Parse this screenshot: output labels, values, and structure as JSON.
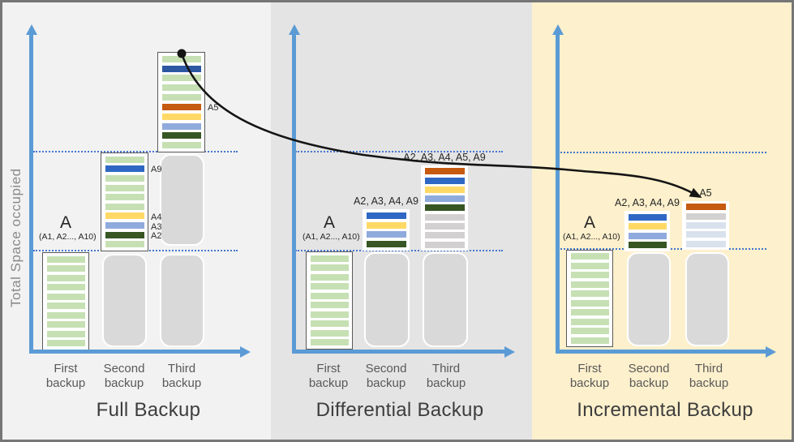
{
  "figure": {
    "y_axis_label": "Total Space occupied",
    "x_tick_labels": [
      "First backup",
      "Second backup",
      "Third backup"
    ]
  },
  "palette": {
    "green": "#C6E0B4",
    "navy": "#2D57A0",
    "blue": "#2E68C4",
    "orange": "#C55A11",
    "yellow": "#FFD966",
    "lightblue": "#8FAADC",
    "darkgreen": "#375623",
    "gray": "#D2D0D0",
    "bluegray": "#D9E1ED",
    "ghost": "#D9D9D9",
    "axis": "#5B9BD5",
    "dotted_line": "#4377CE",
    "arrow": "#141414"
  },
  "panels": [
    {
      "id": "full-backup",
      "title": "Full Backup",
      "background": "#F2F2F2",
      "source_label": {
        "main": "A",
        "sub": "(A1, A2..., A10)"
      },
      "bars": [
        {
          "name": "first-backup-bar",
          "bordered": true,
          "stripes": [
            "green",
            "green",
            "green",
            "green",
            "green",
            "green",
            "green",
            "green",
            "green",
            "green"
          ]
        },
        {
          "name": "second-backup-bar",
          "bordered": true,
          "stripes": [
            "green",
            "blue",
            "green",
            "green",
            "green",
            "green",
            "yellow",
            "lightblue",
            "darkgreen",
            "green"
          ],
          "side_labels": [
            {
              "text": "A9",
              "stripe": 1
            },
            {
              "text": "A4",
              "stripe": 6
            },
            {
              "text": "A3",
              "stripe": 7
            },
            {
              "text": "A2",
              "stripe": 8
            }
          ]
        },
        {
          "name": "third-backup-bar",
          "bordered": true,
          "dot_on_top": true,
          "stripes": [
            "green",
            "navy",
            "green",
            "green",
            "green",
            "orange",
            "yellow",
            "lightblue",
            "darkgreen",
            "green"
          ],
          "side_labels": [
            {
              "text": "A5",
              "stripe": 5
            }
          ]
        }
      ]
    },
    {
      "id": "differential-backup",
      "title": "Differential Backup",
      "background": "#E5E4E4",
      "source_label": {
        "main": "A",
        "sub": "(A1, A2..., A10)"
      },
      "bars": [
        {
          "name": "first-backup-bar",
          "bordered": true,
          "stripes": [
            "green",
            "green",
            "green",
            "green",
            "green",
            "green",
            "green",
            "green",
            "green",
            "green"
          ]
        },
        {
          "name": "second-backup-bar",
          "top_label": "A2, A3, A4, A9",
          "stripes": [
            "blue",
            "yellow",
            "lightblue",
            "darkgreen"
          ]
        },
        {
          "name": "third-backup-bar",
          "top_label": "A2, A3, A4, A5, A9",
          "stripes": [
            "orange",
            "blue",
            "yellow",
            "lightblue",
            "darkgreen",
            "gray",
            "gray",
            "gray",
            "gray"
          ]
        }
      ]
    },
    {
      "id": "incremental-backup",
      "title": "Incremental Backup",
      "background": "#FDF0CC",
      "source_label": {
        "main": "A",
        "sub": "(A1, A2..., A10)"
      },
      "bars": [
        {
          "name": "first-backup-bar",
          "bordered": true,
          "stripes": [
            "green",
            "green",
            "green",
            "green",
            "green",
            "green",
            "green",
            "green",
            "green",
            "green"
          ]
        },
        {
          "name": "second-backup-bar",
          "top_label": "A2, A3, A4, A9",
          "stripes": [
            "blue",
            "yellow",
            "lightblue",
            "darkgreen"
          ]
        },
        {
          "name": "third-backup-bar",
          "top_label": "A5",
          "stripes": [
            "orange",
            "gray",
            "bluegray",
            "bluegray",
            "bluegray"
          ]
        }
      ]
    }
  ]
}
